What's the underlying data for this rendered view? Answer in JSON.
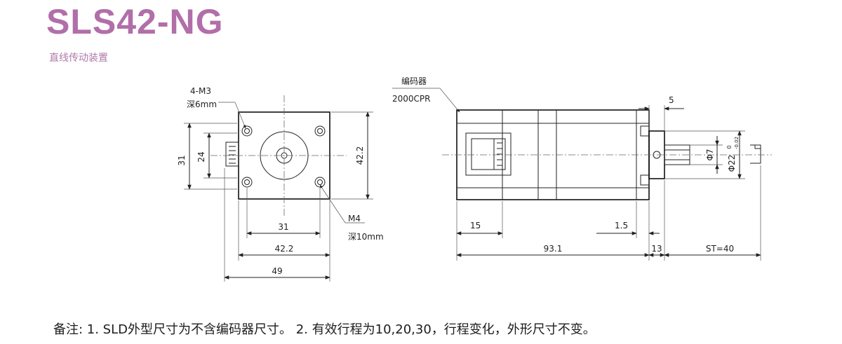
{
  "header": {
    "title": "SLS42-NG",
    "subtitle": "直线传动装置"
  },
  "colors": {
    "title": "#b16fa9",
    "subtitle": "#b07aa8",
    "line": "#222222"
  },
  "front_view": {
    "hole_callout_1": "4-M3",
    "hole_callout_2": "深6mm",
    "dim_left_outer": "31",
    "dim_left_inner": "24",
    "dim_right_height": "42.2",
    "thread_callout_1": "M4",
    "thread_callout_2": "深10mm",
    "dim_bottom_31": "31",
    "dim_bottom_42": "42.2",
    "dim_bottom_49": "49"
  },
  "side_view": {
    "encoder_label_1": "编码器",
    "encoder_label_2": "2000CPR",
    "dim_top_5": "5",
    "dim_phi7": "Φ7",
    "dim_phi22": "Φ22",
    "dim_phi22_tol_upper": "0",
    "dim_phi22_tol_lower": "-0.02",
    "dim_15": "15",
    "dim_1_5": "1.5",
    "dim_93_1": "93.1",
    "dim_13": "13",
    "dim_stroke": "ST=40"
  },
  "footer": {
    "note": "备注: 1. SLD外型尺寸为不含编码器尺寸。   2. 有效行程为10,20,30，行程变化，外形尺寸不变。"
  }
}
